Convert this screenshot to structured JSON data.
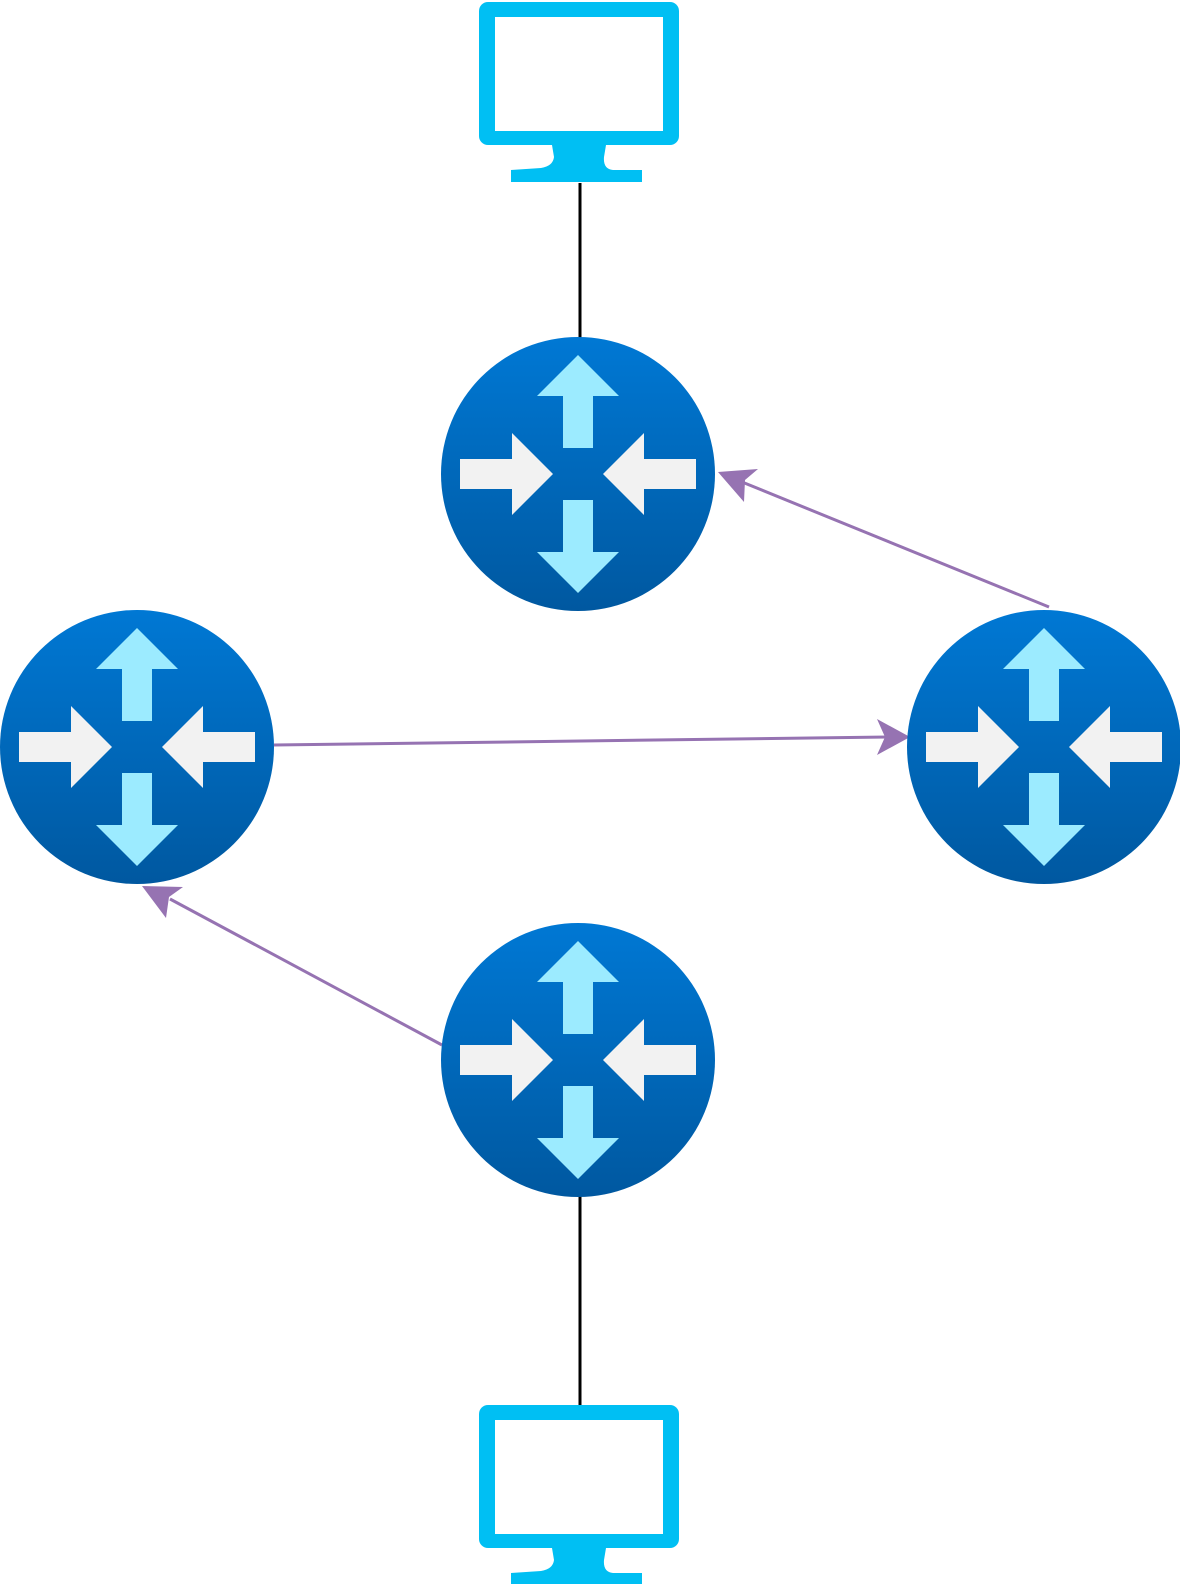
{
  "colors": {
    "background": "#ffffff",
    "monitor": "#00BFF3",
    "router_top": "#0078D4",
    "router_bottom": "#0058A0",
    "arrow_vertical": "#9CEBFF",
    "arrow_horizontal": "#F2F2F2",
    "link_plain": "#000000",
    "link_directed": "#9673B2"
  },
  "nodes": [
    {
      "id": "pc-top",
      "kind": "monitor",
      "icon": "monitor-icon"
    },
    {
      "id": "router-top",
      "kind": "router",
      "icon": "router-icon"
    },
    {
      "id": "router-left",
      "kind": "router",
      "icon": "router-icon"
    },
    {
      "id": "router-right",
      "kind": "router",
      "icon": "router-icon"
    },
    {
      "id": "router-bottom",
      "kind": "router",
      "icon": "router-icon"
    },
    {
      "id": "pc-bottom",
      "kind": "monitor",
      "icon": "monitor-icon"
    }
  ],
  "links": [
    {
      "id": "pc-top-to-router-top",
      "from": "pc-top",
      "to": "router-top",
      "directed": false
    },
    {
      "id": "router-right-to-router-top",
      "from": "router-right",
      "to": "router-top",
      "directed": true
    },
    {
      "id": "router-left-to-router-right",
      "from": "router-left",
      "to": "router-right",
      "directed": true
    },
    {
      "id": "router-bottom-to-router-left",
      "from": "router-bottom",
      "to": "router-left",
      "directed": true
    },
    {
      "id": "router-bottom-to-pc-bottom",
      "from": "router-bottom",
      "to": "pc-bottom",
      "directed": false
    }
  ]
}
